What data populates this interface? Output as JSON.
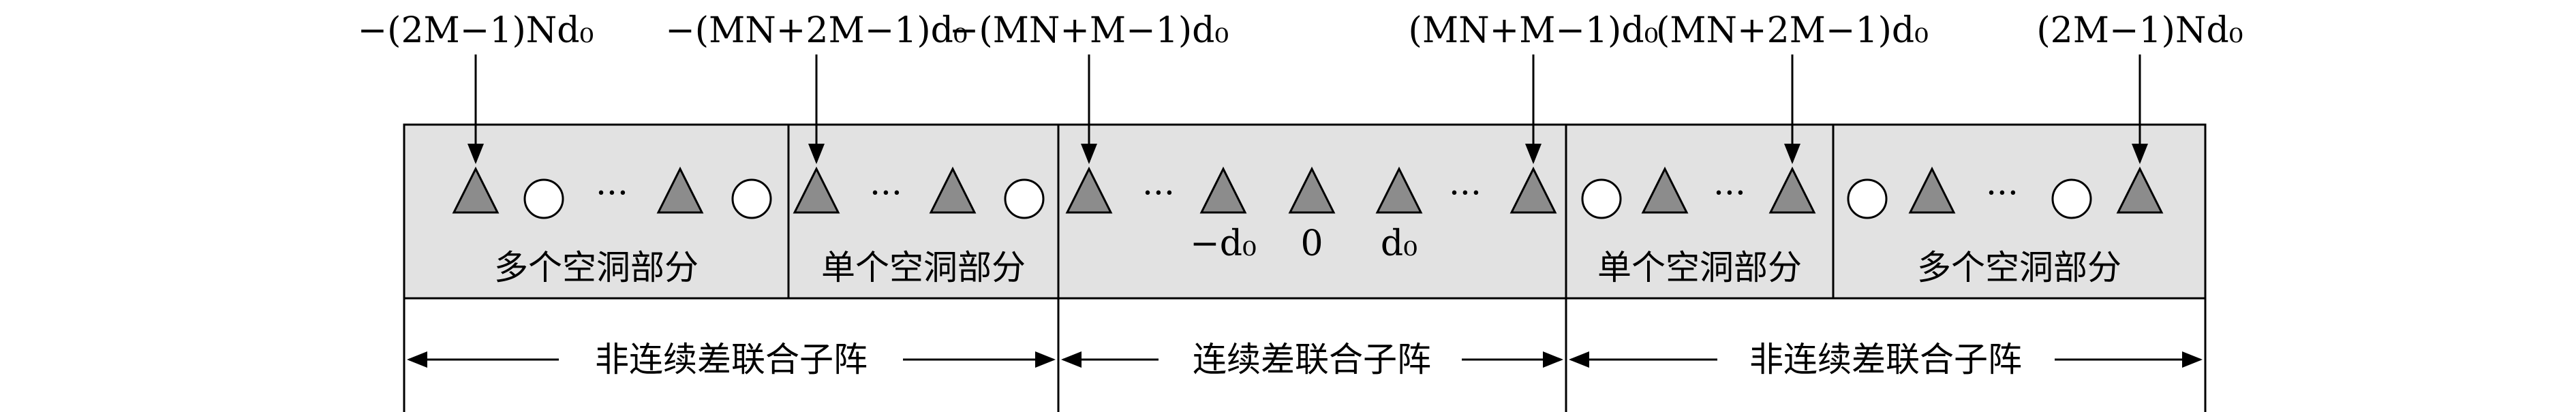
{
  "colors": {
    "fill": "#e2e2e2",
    "triangle": "#8c8c8c",
    "stroke": "#000000",
    "background": "#ffffff"
  },
  "top_labels": [
    "−(2M−1)Nd₀",
    "−(MN+2M−1)d₀",
    "−(MN+M−1)d₀",
    "(MN+M−1)d₀",
    "(MN+2M−1)d₀",
    "(2M−1)Nd₀"
  ],
  "sections": [
    "多个空洞部分",
    "单个空洞部分",
    "单个空洞部分",
    "多个空洞部分"
  ],
  "center_labels": [
    "−d₀",
    "0",
    "d₀"
  ],
  "ellipsis": "···",
  "subarrays": [
    "非连续差联合子阵",
    "连续差联合子阵",
    "非连续差联合子阵"
  ]
}
